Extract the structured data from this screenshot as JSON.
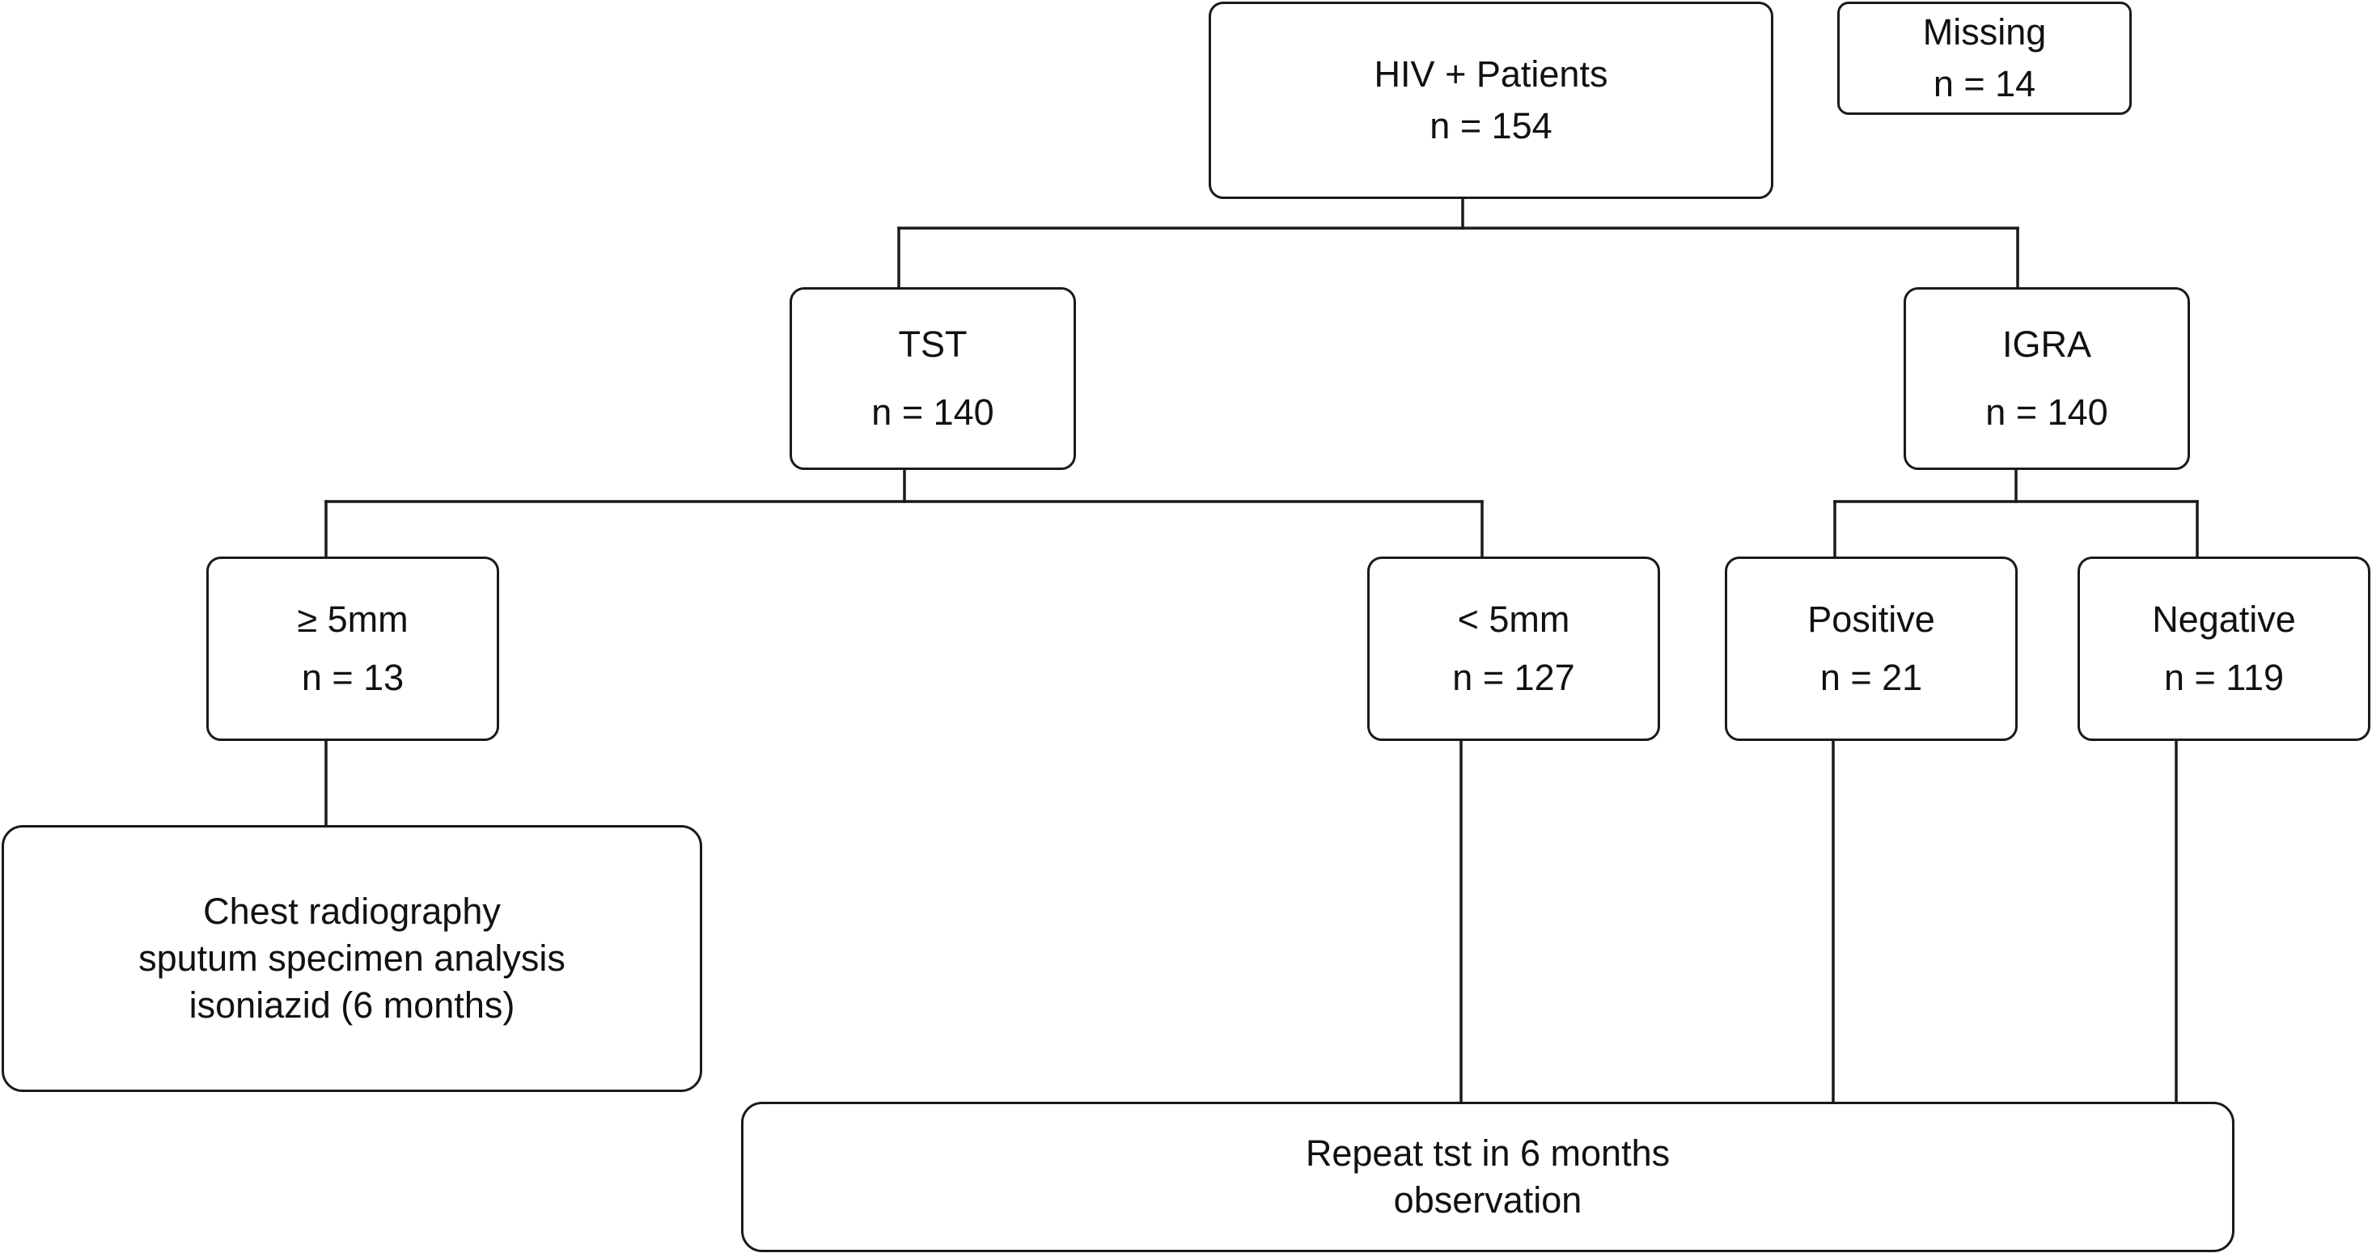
{
  "flowchart": {
    "root": {
      "title": "HIV + Patients",
      "count": "n = 154"
    },
    "missing": {
      "title": "Missing",
      "count": "n = 14"
    },
    "tst": {
      "title": "TST",
      "count": "n = 140"
    },
    "igra": {
      "title": "IGRA",
      "count": "n = 140"
    },
    "tst_ge5": {
      "title": "≥ 5mm",
      "count": "n = 13"
    },
    "tst_lt5": {
      "title": "< 5mm",
      "count": "n = 127"
    },
    "igra_pos": {
      "title": "Positive",
      "count": "n = 21"
    },
    "igra_neg": {
      "title": "Negative",
      "count": "n = 119"
    },
    "chest": {
      "lines": [
        "Chest radiography",
        "sputum specimen analysis",
        "isoniazid (6 months)"
      ]
    },
    "repeat": {
      "lines": [
        "Repeat tst in 6 months",
        "observation"
      ]
    }
  }
}
